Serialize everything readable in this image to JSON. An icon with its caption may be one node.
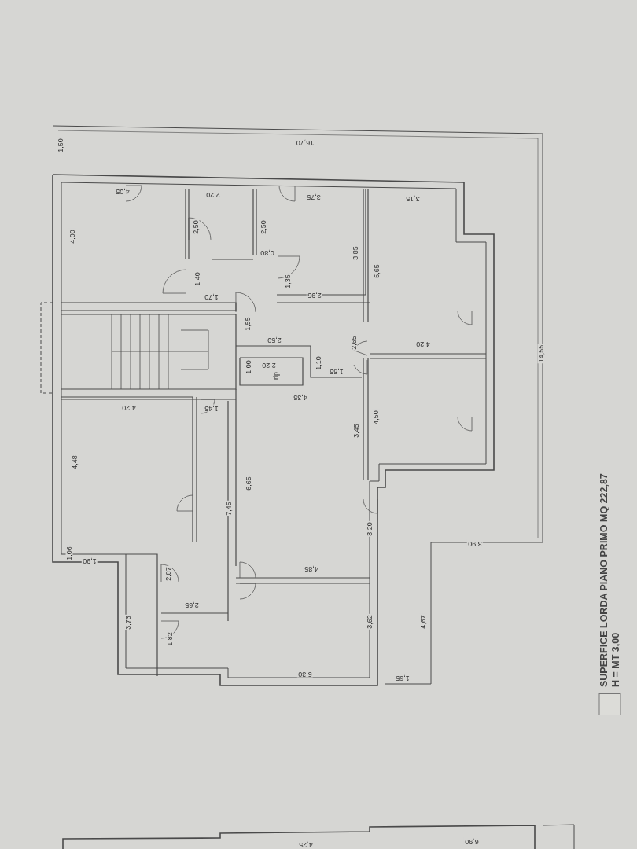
{
  "diagram": {
    "labels": [
      "16,70",
      "1,50",
      "4,05",
      "2,20",
      "3,75",
      "3,15",
      "4,00",
      "2,50",
      "2,50",
      "0,80",
      "3,85",
      "5,65",
      "1,40",
      "1,35",
      "1,70",
      "2,95",
      "1,55",
      "2,50",
      "2,65",
      "4,20",
      "14,55",
      "2,20",
      "1,00",
      "1,10",
      "rip",
      "1,85",
      "4,35",
      "4,20",
      "1,45",
      "4,50",
      "3,45",
      "4,48",
      "6,65",
      "7,45",
      "3,20",
      "3,90",
      "1,06",
      "1,90",
      "2,87",
      "4,85",
      "2,65",
      "3,73",
      "3,62",
      "4,67",
      "1,82",
      "5,30",
      "1,65",
      "H = MT 3,00",
      "6,90",
      "4,25"
    ],
    "legend": [
      {
        "text": "SUPERFICE LORDA PIANO PRIMO MQ 222,87",
        "color": "#dcdcd8"
      }
    ]
  }
}
